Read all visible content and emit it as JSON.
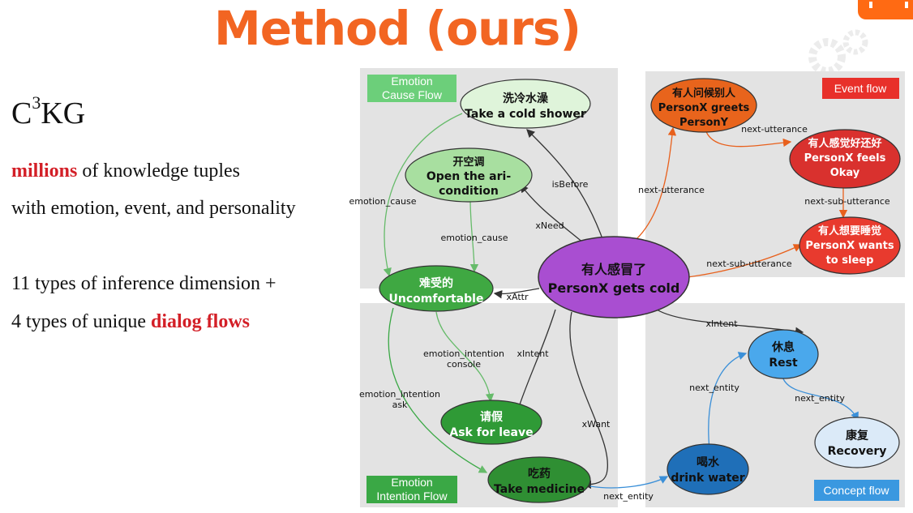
{
  "slide": {
    "title": "Method (ours)",
    "kg_name": "C",
    "kg_sup": "3",
    "kg_suffix": "KG",
    "line1_highlight": "millions",
    "line1_rest": " of knowledge tuples",
    "line2": "with emotion, event, and personality",
    "line3": "11 types of inference dimension +",
    "line4_prefix": "4 types of unique ",
    "line4_highlight": "dialog flows"
  },
  "colors": {
    "accent_orange": "#f26522",
    "highlight_red": "#d31f27",
    "panel_gray": "#e3e3e3"
  },
  "panels": {
    "emotion_cause": "Emotion Cause Flow",
    "event": "Event flow",
    "emotion_intention": "Emotion Intention Flow",
    "concept": "Concept flow"
  },
  "nodes": {
    "center": {
      "zh": "有人感冒了",
      "en": "PersonX gets cold"
    },
    "shower": {
      "zh": "洗冷水澡",
      "en": "Take a cold shower"
    },
    "aircon": {
      "zh": "开空调",
      "en1": "Open the ari-",
      "en2": "condition"
    },
    "uncomfortable": {
      "zh": "难受的",
      "en": "Uncomfortable"
    },
    "leave": {
      "zh": "请假",
      "en": "Ask for leave"
    },
    "medicine": {
      "zh": "吃药",
      "en": "Take medicine"
    },
    "greets": {
      "zh": "有人问候别人",
      "en1": "PersonX greets",
      "en2": "PersonY"
    },
    "feels": {
      "zh": "有人感觉好还好",
      "en1": "PersonX feels",
      "en2": "Okay"
    },
    "sleep": {
      "zh": "有人想要睡觉",
      "en1": "PersonX wants",
      "en2": "to sleep"
    },
    "rest": {
      "zh": "休息",
      "en": "Rest"
    },
    "recovery": {
      "zh": "康复",
      "en": "Recovery"
    },
    "water": {
      "zh": "喝水",
      "en": "drink water"
    }
  },
  "edges": {
    "isBefore": "isBefore",
    "xNeed": "xNeed",
    "xAttr": "xAttr",
    "xIntent_left": "xIntent",
    "xWant": "xWant",
    "emotion_cause_1": "emotion_cause",
    "emotion_cause_2": "emotion_cause",
    "emotion_intention_console_1": "emotion_intention",
    "emotion_intention_console_2": "console",
    "emotion_intention_ask_1": "emotion_intention",
    "emotion_intention_ask_2": "ask",
    "next_utterance_1": "next-utterance",
    "next_utterance_2": "next-utterance",
    "next_sub_utterance_1": "next-sub-utterance",
    "next_sub_utterance_2": "next-sub-utterance",
    "xIntent_right": "xIntent",
    "next_entity_1": "next_entity",
    "next_entity_2": "next_entity",
    "next_entity_3": "next_entity"
  }
}
